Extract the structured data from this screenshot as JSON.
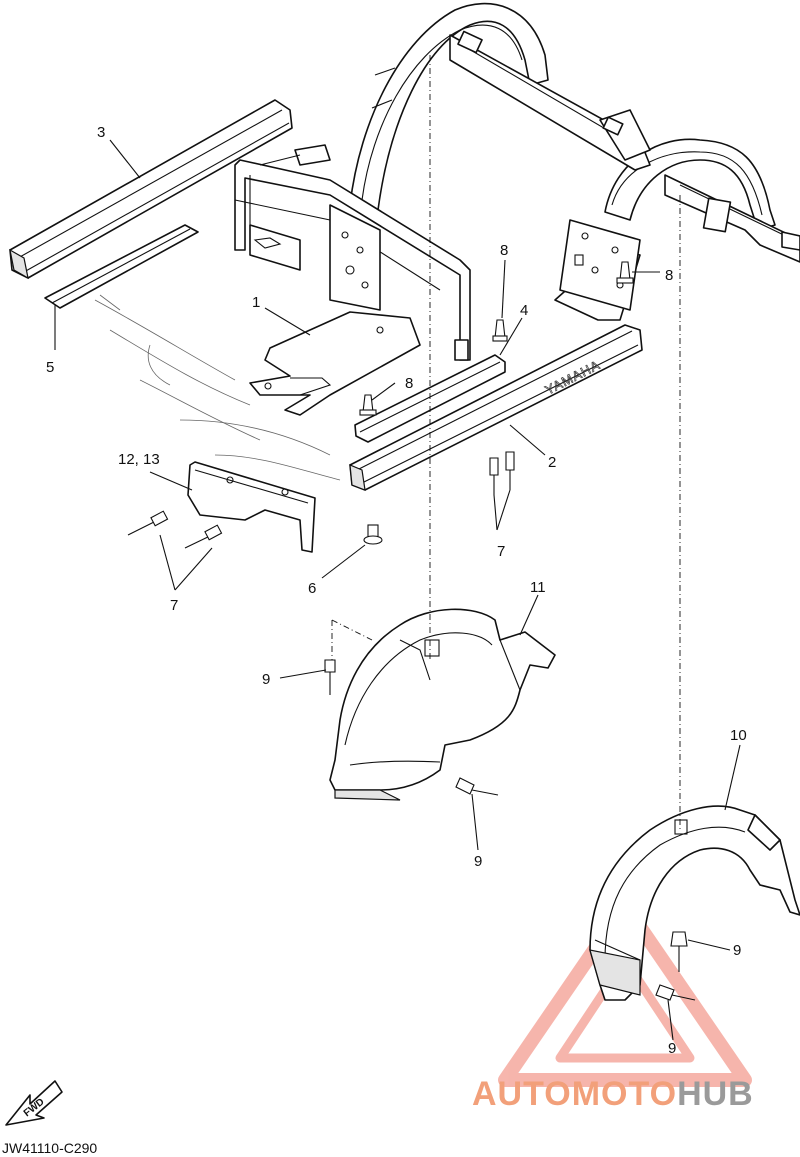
{
  "diagram_code": "JW41110-C290",
  "fwd_label": "FWD",
  "embossed_text": "YAMAHA",
  "watermark": {
    "part1": "AUTOMOTO",
    "part2": "HUB",
    "color_primary": "#f2a07a",
    "color_secondary": "#9a9a9a",
    "triangle_color": "#f07a6a"
  },
  "callouts": {
    "c1": "1",
    "c2": "2",
    "c3": "3",
    "c4": "4",
    "c5": "5",
    "c6": "6",
    "c7a": "7",
    "c7b": "7",
    "c8a": "8",
    "c8b": "8",
    "c8c": "8",
    "c9a": "9",
    "c9b": "9",
    "c9c": "9",
    "c9d": "9",
    "c10": "10",
    "c11": "11",
    "c1213": "12, 13"
  }
}
